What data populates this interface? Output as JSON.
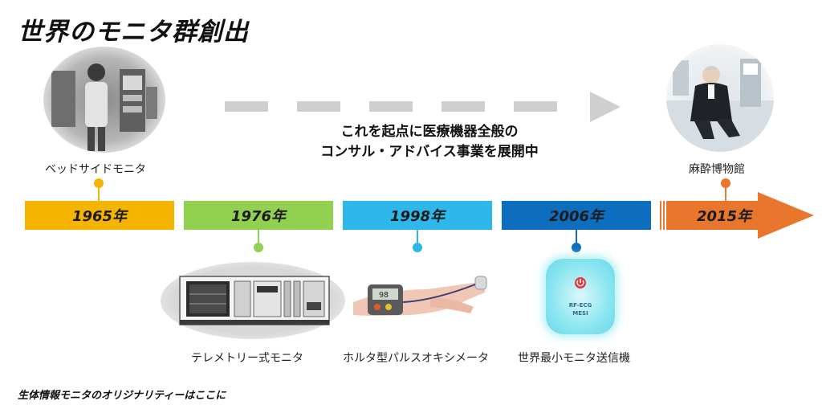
{
  "title": "世界のモニタ群創出",
  "footer": "生体情報モニタのオリジナリティーはここに",
  "message": {
    "line1": "これを起点に医療機器全般の",
    "line2": "コンサル・アドバイス事業を展開中"
  },
  "timeline": [
    {
      "year": "1965年",
      "label": "ベッドサイドモニタ",
      "color": "#f5b400"
    },
    {
      "year": "1976年",
      "label": "テレメトリー式モニタ",
      "color": "#92d050"
    },
    {
      "year": "1998年",
      "label": "ホルタ型パルスオキシメータ",
      "color": "#2db7eb"
    },
    {
      "year": "2006年",
      "label": "世界最小モニタ送信機",
      "color": "#0d6ec0"
    },
    {
      "year": "2015年",
      "label": "麻酔博物館",
      "color": "#e8762d"
    }
  ],
  "device_text": {
    "line1": "RF-ECG",
    "line2": "MESI"
  },
  "pulse_readout": "98"
}
